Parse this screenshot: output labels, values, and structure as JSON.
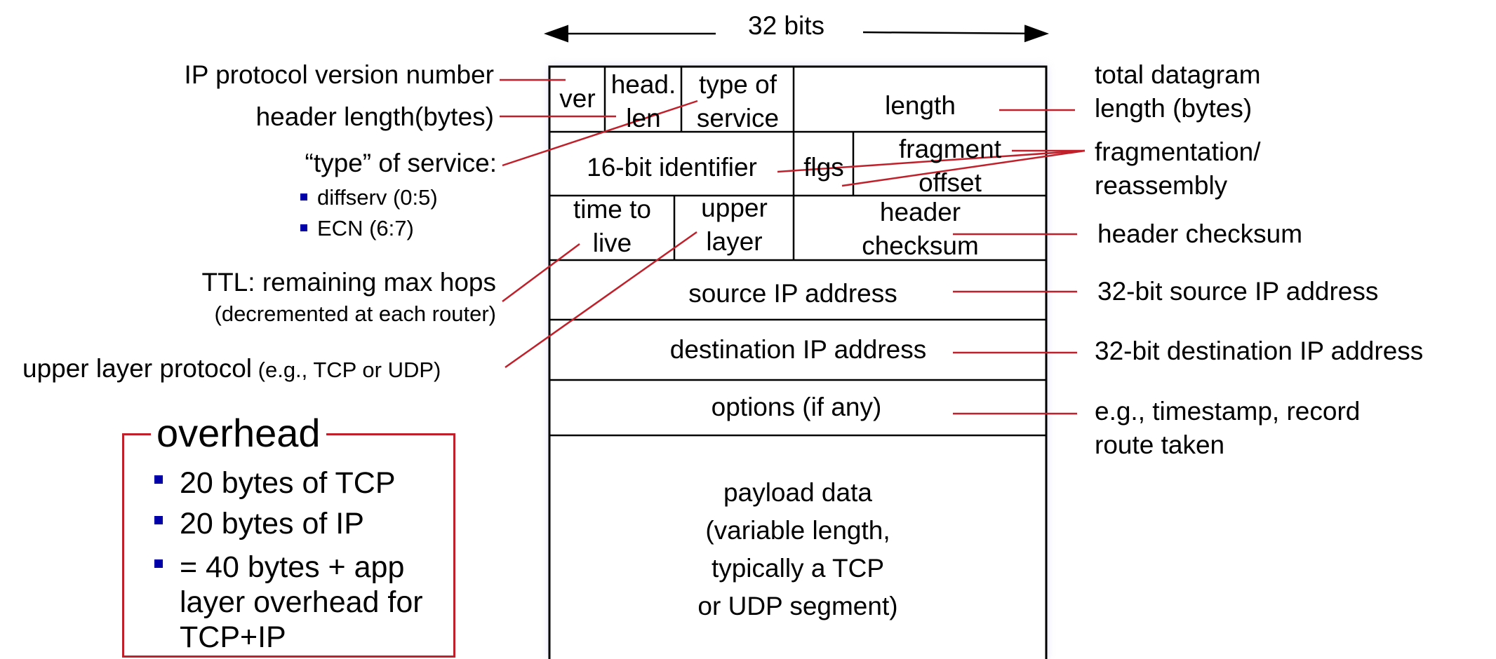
{
  "diagram": {
    "width_label": "32 bits",
    "fields": {
      "ver": "ver",
      "head_len": [
        "head.",
        "len"
      ],
      "type_of_service": [
        "type of",
        "service"
      ],
      "length": "length",
      "identifier": "16-bit identifier",
      "flgs": "flgs",
      "fragment_offset": [
        "fragment",
        "offset"
      ],
      "ttl": [
        "time to",
        "live"
      ],
      "upper_layer": [
        "upper",
        "layer"
      ],
      "header_checksum": [
        "header",
        "checksum"
      ],
      "source_ip": "source IP address",
      "destination_ip": "destination IP address",
      "options": "options (if any)",
      "payload": [
        "payload data",
        "(variable length,",
        "typically a TCP",
        "or UDP segment)"
      ]
    },
    "left_annotations": {
      "version": "IP protocol version number",
      "header_length": "header length(bytes)",
      "type_of_service": "“type” of service:",
      "tos_items": [
        "diffserv (0:5)",
        "ECN (6:7)"
      ],
      "ttl_line1": "TTL: remaining  max hops",
      "ttl_line2": "(decremented at each router)",
      "upper_layer_main": "upper layer protocol",
      "upper_layer_note": " (e.g., TCP or UDP)"
    },
    "right_annotations": {
      "total_length": [
        "total datagram",
        "length (bytes)"
      ],
      "fragmentation": [
        "fragmentation/",
        "reassembly"
      ],
      "header_checksum": "header checksum",
      "source_ip": "32-bit source IP address",
      "destination_ip": "32-bit destination IP address",
      "options": [
        "e.g., timestamp, record",
        "route taken"
      ]
    },
    "overhead": {
      "title": "overhead",
      "items": [
        "20 bytes of TCP",
        "20 bytes of IP"
      ],
      "last_item": [
        "= 40 bytes + app",
        "layer overhead for",
        "TCP+IP"
      ]
    },
    "colors": {
      "annotation_line": "#c0202a",
      "bullet": "#0000a8",
      "box_border": "#000000"
    }
  }
}
